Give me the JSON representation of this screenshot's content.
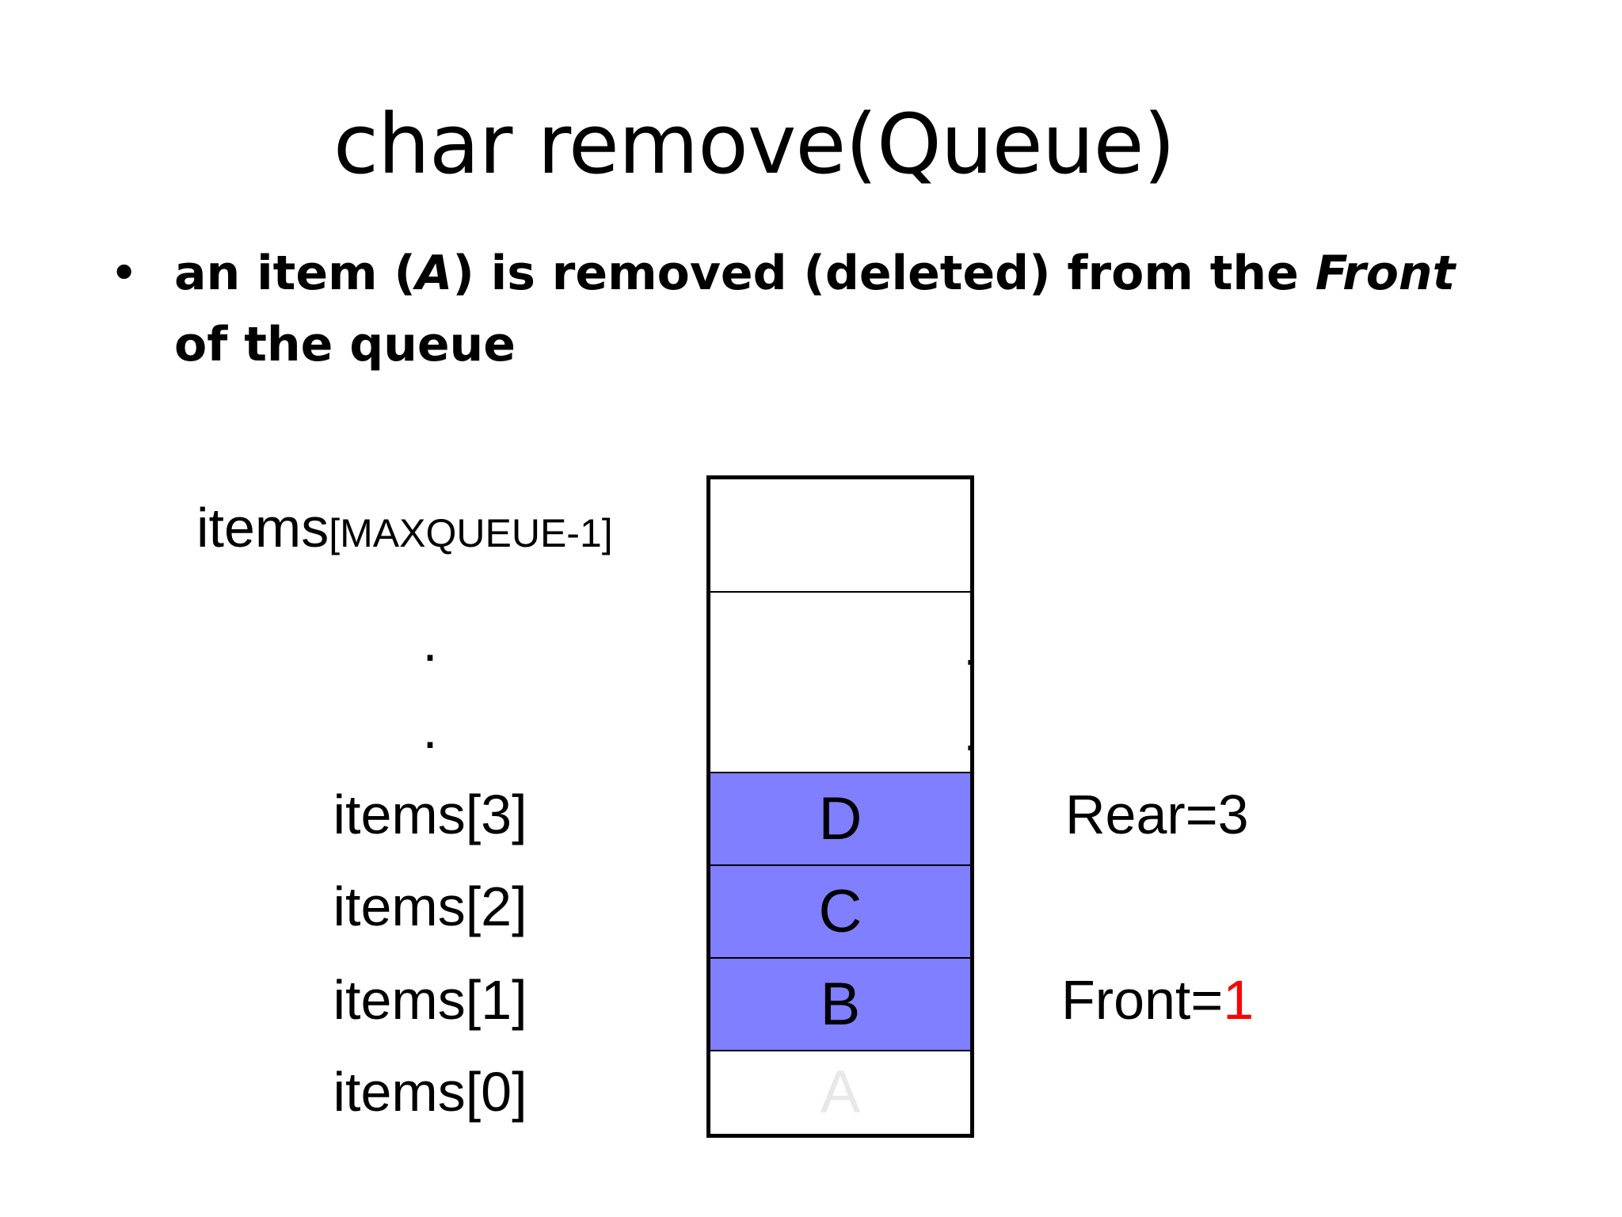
{
  "slide": {
    "title": "char remove(Queue)",
    "bullet": {
      "symbol": "•",
      "text_before": "an item (",
      "item_italic": "A",
      "text_middle": ") is removed (deleted) from the ",
      "front_italic": "Front",
      "text_after": " of the queue"
    }
  },
  "diagram": {
    "labels": {
      "top_main": "items",
      "top_sub": "[MAXQUEUE-1]",
      "dot1": ".",
      "dot2": ".",
      "item3": "items[3]",
      "item2": "items[2]",
      "item1": "items[1]",
      "item0": "items[0]"
    },
    "cells": {
      "top": "",
      "dot1": ".",
      "dot2": ".",
      "item3": "D",
      "item2": "C",
      "item1": "B",
      "item0": "A"
    },
    "pointers": {
      "rear": "Rear=3",
      "front_label": "Front=",
      "front_value": "1"
    },
    "colors": {
      "filled_cell": "#7f7fff",
      "removed_text": "#e8e8e8",
      "highlight": "#ff0000"
    }
  }
}
